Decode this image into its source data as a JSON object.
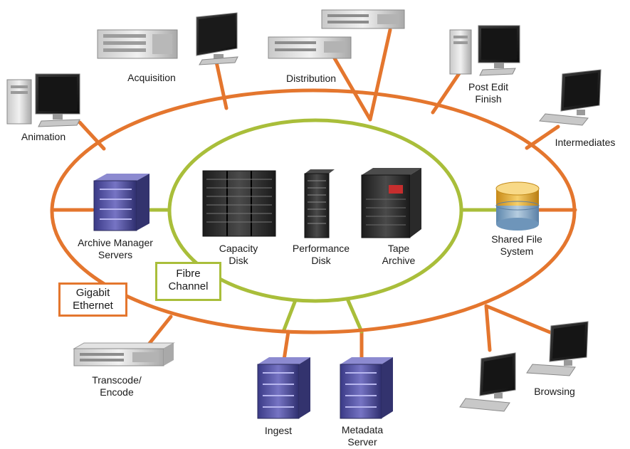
{
  "colors": {
    "ethernet": "#e4762e",
    "fibre_channel": "#a9be3a",
    "rack_purple": "#4b4a9e",
    "storage_dark": "#2b2b2b",
    "disk_gold": "#e8b447",
    "disk_blue": "#7fa4c4"
  },
  "networks": {
    "gigabit_ethernet": {
      "line1": "Gigabit",
      "line2": "Ethernet"
    },
    "fibre_channel": {
      "line1": "Fibre",
      "line2": "Channel"
    }
  },
  "nodes": {
    "acquisition": {
      "label": "Acquisition",
      "icon": "rack-server-with-monitor-icon"
    },
    "distribution": {
      "label": "Distribution",
      "icon": "rack-server-icon"
    },
    "post_edit_finish": {
      "line1": "Post Edit",
      "line2": "Finish",
      "icon": "workstation-icon"
    },
    "animation": {
      "label": "Animation",
      "icon": "workstation-icon"
    },
    "intermediates": {
      "label": "Intermediates",
      "icon": "monitor-icon"
    },
    "archive_manager_servers": {
      "line1": "Archive Manager",
      "line2": "Servers",
      "icon": "server-cabinet-icon"
    },
    "shared_file_system": {
      "line1": "Shared File",
      "line2": "System",
      "icon": "database-icon"
    },
    "transcode_encode": {
      "line1": "Transcode/",
      "line2": "Encode",
      "icon": "rack-server-icon"
    },
    "ingest": {
      "label": "Ingest",
      "icon": "server-cabinet-icon"
    },
    "metadata_server": {
      "line1": "Metadata",
      "line2": "Server",
      "icon": "server-cabinet-icon"
    },
    "browsing": {
      "label": "Browsing",
      "icon": "monitor-icon"
    },
    "capacity_disk": {
      "line1": "Capacity",
      "line2": "Disk",
      "icon": "storage-array-icon"
    },
    "performance_disk": {
      "line1": "Performance",
      "line2": "Disk",
      "icon": "storage-array-icon"
    },
    "tape_archive": {
      "line1": "Tape",
      "line2": "Archive",
      "icon": "tape-library-icon"
    }
  }
}
